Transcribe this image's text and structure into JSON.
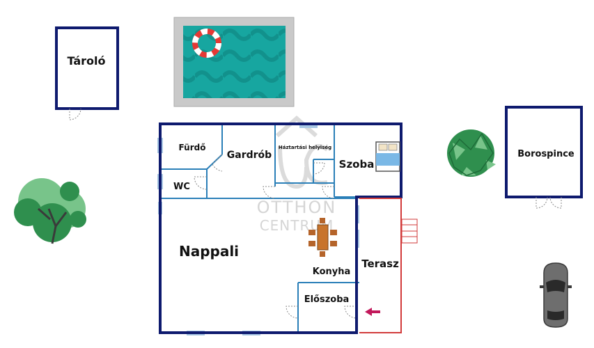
{
  "rooms": {
    "taroló": "Tároló",
    "furdo": "Fürdő",
    "gardrob": "Gardrób",
    "haztartasi": "Háztartási helyiség",
    "szoba": "Szoba",
    "wc": "WC",
    "nappali": "Nappali",
    "konyha": "Konyha",
    "terasz": "Terasz",
    "eloszoba": "Előszoba",
    "borospince": "Borospince"
  },
  "watermark": {
    "line1": "OTTHON",
    "line2": "CENTRUM"
  },
  "colors": {
    "wall": "#0e1a6e",
    "inner_wall": "#2a7fb8",
    "window": "#a9c8e4",
    "terrace_rail": "#d23a3a",
    "pool_water": "#17a6a0",
    "pool_deck": "#c9c9c9",
    "tree_dark": "#2f8f4e",
    "tree_light": "#78c48a",
    "table_wood": "#c8742c",
    "car_body": "#6e6e6e",
    "entrance_arrow": "#c2185b"
  },
  "icons": [
    "pool-icon",
    "lifebuoy-icon",
    "tree-icon",
    "bush-icon",
    "bed-icon",
    "dining-table-icon",
    "car-icon",
    "stairs-icon",
    "entrance-arrow-icon"
  ]
}
